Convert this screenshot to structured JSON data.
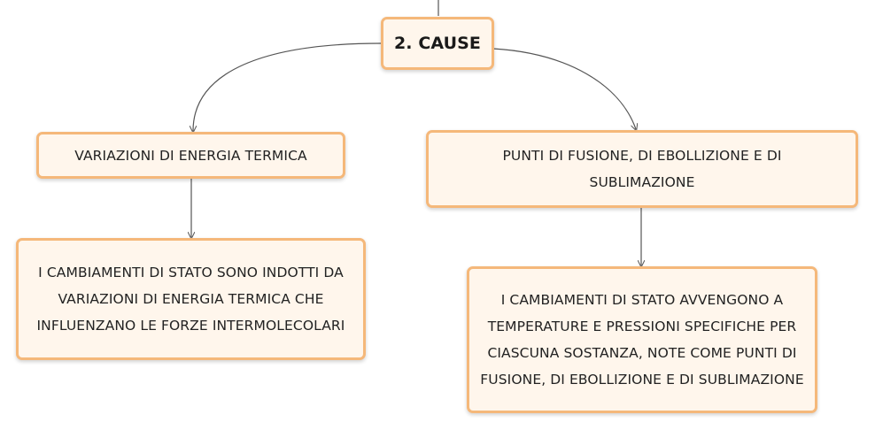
{
  "colors": {
    "node_fill": "#fff6ec",
    "node_border": "#f5b87a",
    "connector": "#555555"
  },
  "nodes": {
    "root": {
      "label": "2. CAUSE"
    },
    "left_topic": {
      "label": "VARIAZIONI DI ENERGIA TERMICA"
    },
    "left_detail": {
      "label": "I CAMBIAMENTI DI STATO SONO INDOTTI DA VARIAZIONI DI ENERGIA TERMICA CHE INFLUENZANO LE FORZE INTERMOLECOLARI"
    },
    "right_topic": {
      "label": "PUNTI DI FUSIONE, DI EBOLLIZIONE E DI SUBLIMAZIONE"
    },
    "right_detail": {
      "label": "I CAMBIAMENTI DI STATO AVVENGONO A TEMPERATURE E PRESSIONI SPECIFICHE PER CIASCUNA SOSTANZA, NOTE COME PUNTI DI FUSIONE, DI EBOLLIZIONE E DI SUBLIMAZIONE"
    }
  }
}
